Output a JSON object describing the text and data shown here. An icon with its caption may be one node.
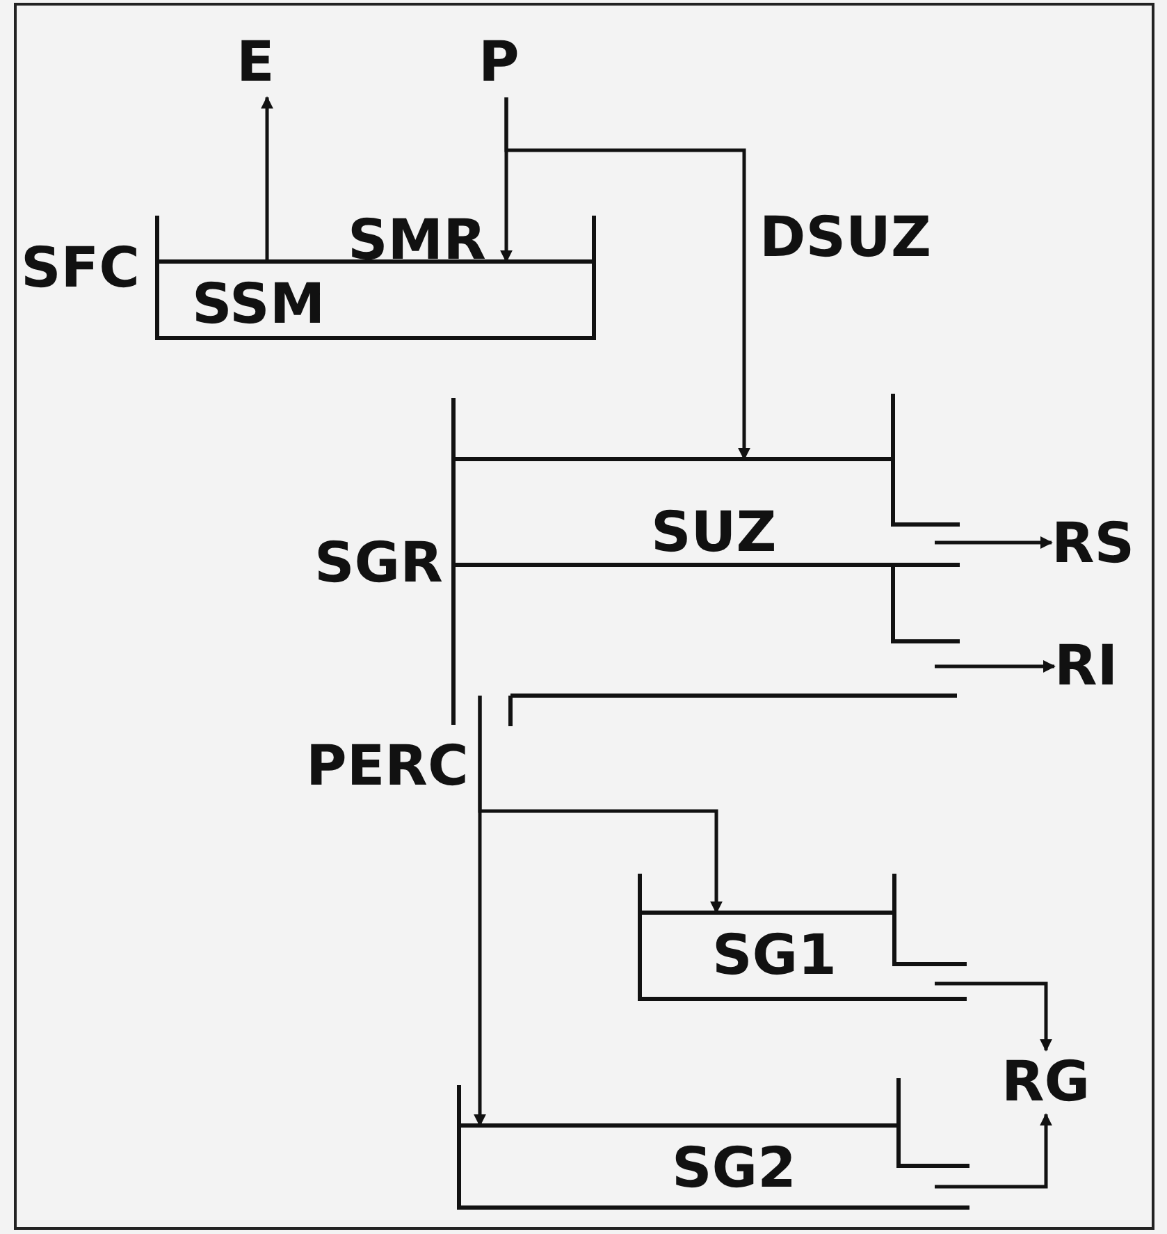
{
  "diagram": {
    "nodes": [
      {
        "text": [
          "E"
        ]
      },
      {
        "text": [
          "P"
        ]
      },
      {
        "text": [
          "SSM"
        ],
        "beside": [
          "SFC"
        ]
      },
      {
        "text": [
          "SUZ"
        ],
        "beside": [
          "SGR"
        ]
      },
      {
        "text": [
          "RS"
        ]
      },
      {
        "text": [
          "RI"
        ]
      },
      {
        "text": [
          "SG1"
        ]
      },
      {
        "text": [
          "RG"
        ]
      },
      {
        "text": [
          "SG2"
        ]
      }
    ],
    "edges": [
      {
        "from": 2,
        "to": 0,
        "arrow": "to"
      },
      {
        "from": 1,
        "to": 2,
        "arrow": "to",
        "label": "SMR"
      },
      {
        "from": 1,
        "to": 3,
        "arrow": "to",
        "label": "DSUZ"
      },
      {
        "from": 3,
        "to": 4,
        "arrow": "to"
      },
      {
        "from": 3,
        "to": 5,
        "arrow": "to"
      },
      {
        "from": 3,
        "to": 8,
        "arrow": "to",
        "label": "PERC"
      },
      {
        "from": 3,
        "to": 6,
        "arrow": "to"
      },
      {
        "from": 6,
        "to": 7,
        "arrow": "to"
      },
      {
        "from": 8,
        "to": 7,
        "arrow": "to"
      }
    ]
  }
}
